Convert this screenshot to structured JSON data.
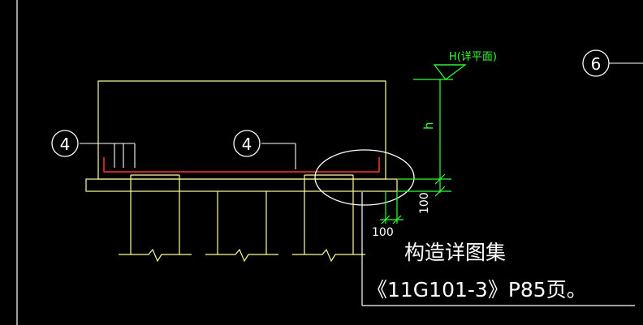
{
  "colors": {
    "background": "#000000",
    "outline": "#ffff99",
    "rebar": "#ff3333",
    "dimension": "#33ff33",
    "label": "#ffffff"
  },
  "markers": {
    "left_bar": "4",
    "mid_bar": "4",
    "axis": "6"
  },
  "dimensions": {
    "height_tag": "H(详平面)",
    "h_label": "h",
    "vertical_100": "100",
    "horizontal_100": "100"
  },
  "note": {
    "line1": "构造详图集",
    "line2": "《11G101-3》P85页。"
  },
  "icons": {
    "elevation_mark": "triangle-down-icon",
    "break_line": "zigzag-break-icon"
  }
}
